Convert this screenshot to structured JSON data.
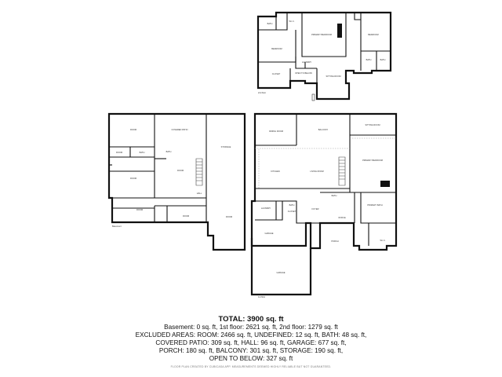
{
  "floor_labels": {
    "second": "2nd floor",
    "basement": "Basement",
    "first": "1st floor"
  },
  "rooms": {
    "second": [
      "BATH",
      "W.I.C.",
      "PRIMARY BEDROOM",
      "BEDROOM",
      "BEDROOM",
      "LAUNDRY",
      "CLOSET",
      "OPEN TO BELOW",
      "SITTING ROOM",
      "BATH",
      "BATH"
    ],
    "basement": [
      "ROOM",
      "COVERED PATIO",
      "STORAGE",
      "ROOM",
      "BATH",
      "BATH",
      "ROOM",
      "ROOM",
      "ROOM",
      "ROOM",
      "ROOM",
      "HALL"
    ],
    "first": [
      "DINING ROOM",
      "BALCONY",
      "SITTING ROOM",
      "PRIMARY BEDROOM",
      "KITCHEN",
      "LIVING ROOM",
      "BATH",
      "LAUNDRY",
      "BATH",
      "FOYER",
      "OFFICE",
      "PORCH",
      "PRIMARY BATH",
      "W.I.C.",
      "GARAGE",
      "GARAGE",
      "CLOSET"
    ]
  },
  "summary": {
    "total": "TOTAL: 3900 sq. ft",
    "lines": [
      "Basement: 0 sq. ft, 1st floor: 2621 sq. ft, 2nd floor: 1279 sq. ft",
      "EXCLUDED AREAS: ROOM: 2466 sq. ft, UNDEFINED: 12 sq. ft, BATH: 48 sq. ft,",
      "COVERED PATIO: 309 sq. ft, HALL: 96 sq. ft, GARAGE: 677 sq. ft,",
      "PORCH: 180 sq. ft, BALCONY: 301 sq. ft, STORAGE: 190 sq. ft,",
      "OPEN TO BELOW: 327 sq. ft"
    ],
    "footer": "FLOOR PLAN CREATED BY CUBICASA APP. MEASUREMENTS DEEMED HIGHLY RELIABLE BUT NOT GUARANTEED."
  }
}
